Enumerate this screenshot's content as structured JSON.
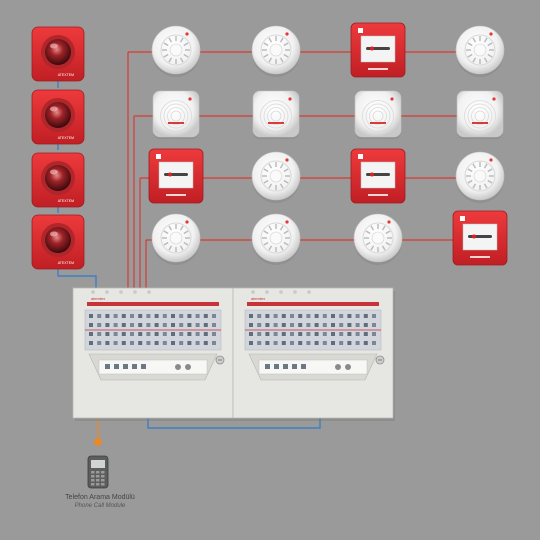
{
  "colors": {
    "background": "#9a9a9a",
    "wire_red": "#d63a35",
    "wire_blue": "#3f7fc0",
    "wire_orange": "#e88a2b",
    "device_red": "#d92b2f",
    "panel_body": "#e6e6e3",
    "panel_stripe": "#c6343a"
  },
  "icons": {
    "sounder": "alarm-sounder-icon",
    "smoke_detector": "smoke-detector-icon",
    "heat_detector": "heat-detector-icon",
    "call_point": "manual-call-point-icon",
    "phone_module": "mobile-phone-icon"
  },
  "sounders": [
    {
      "brand": "ATEXTEM"
    },
    {
      "brand": "ATEXTEM"
    },
    {
      "brand": "ATEXTEM"
    },
    {
      "brand": "ATEXTEM"
    }
  ],
  "device_grid": [
    [
      "smoke",
      "smoke",
      "call_point",
      "smoke"
    ],
    [
      "heat",
      "heat",
      "heat",
      "heat"
    ],
    [
      "call_point",
      "smoke",
      "call_point",
      "smoke"
    ],
    [
      "smoke",
      "smoke",
      "smoke",
      "call_point"
    ]
  ],
  "panels": [
    {
      "brand": "atemtex",
      "zones": 8
    },
    {
      "brand": "atemtex",
      "zones": 8
    }
  ],
  "phone_module": {
    "label_tr": "Telefon Arama Modülü",
    "label_en": "Phone Call Module"
  }
}
